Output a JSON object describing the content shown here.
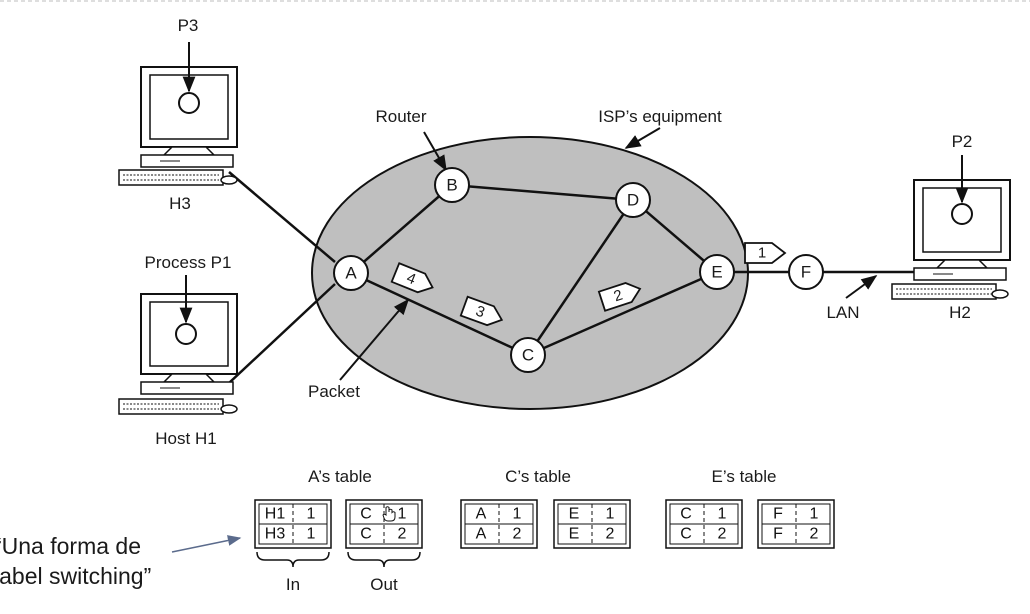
{
  "labels": {
    "p3": "P3",
    "h3": "H3",
    "process_p1": "Process P1",
    "host_h1": "Host H1",
    "router": "Router",
    "isp_equipment": "ISP’s equipment",
    "p2": "P2",
    "lan": "LAN",
    "h2": "H2",
    "packet": "Packet",
    "caption_line1": "“Una forma de",
    "caption_line2": "label switching”"
  },
  "nodes": {
    "A": "A",
    "B": "B",
    "C": "C",
    "D": "D",
    "E": "E",
    "F": "F"
  },
  "packets": [
    "1",
    "2",
    "3",
    "4"
  ],
  "tables": {
    "a_title": "A’s table",
    "c_title": "C’s table",
    "e_title": "E’s table",
    "in_label": "In",
    "out_label": "Out",
    "a_in": [
      [
        "H1",
        "1"
      ],
      [
        "H3",
        "1"
      ]
    ],
    "a_out": [
      [
        "C",
        "1"
      ],
      [
        "C",
        "2"
      ]
    ],
    "c_in": [
      [
        "A",
        "1"
      ],
      [
        "A",
        "2"
      ]
    ],
    "c_out": [
      [
        "E",
        "1"
      ],
      [
        "E",
        "2"
      ]
    ],
    "e_in": [
      [
        "C",
        "1"
      ],
      [
        "C",
        "2"
      ]
    ],
    "e_out": [
      [
        "F",
        "1"
      ],
      [
        "F",
        "2"
      ]
    ]
  }
}
